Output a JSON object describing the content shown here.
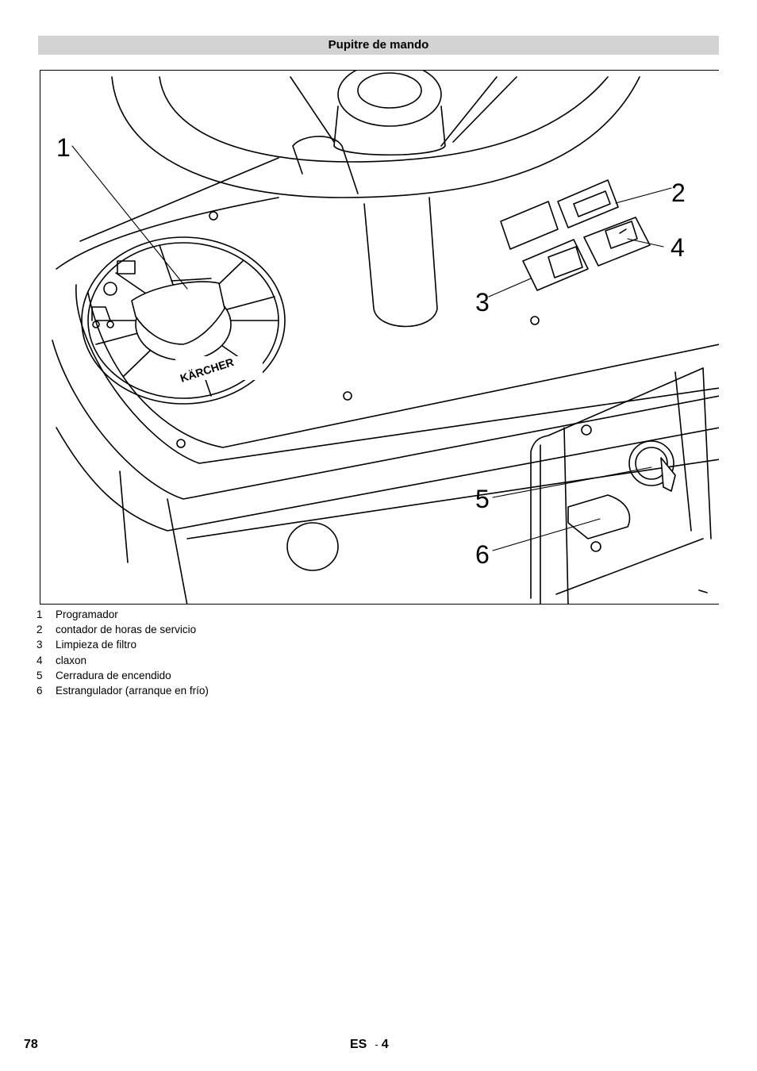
{
  "section": {
    "title": "Pupitre de mando"
  },
  "figure": {
    "callouts": [
      "1",
      "2",
      "3",
      "4",
      "5",
      "6"
    ],
    "logo_text": "KÄRCHER"
  },
  "legend": [
    {
      "num": "1",
      "label": "Programador"
    },
    {
      "num": "2",
      "label": "contador de horas de servicio"
    },
    {
      "num": "3",
      "label": "Limpieza de filtro"
    },
    {
      "num": "4",
      "label": "claxon"
    },
    {
      "num": "5",
      "label": "Cerradura de encendido"
    },
    {
      "num": "6",
      "label": "Estrangulador (arranque en frío)"
    }
  ],
  "footer": {
    "page": "78",
    "lang": "ES",
    "dash": "-",
    "section_num": "4"
  }
}
